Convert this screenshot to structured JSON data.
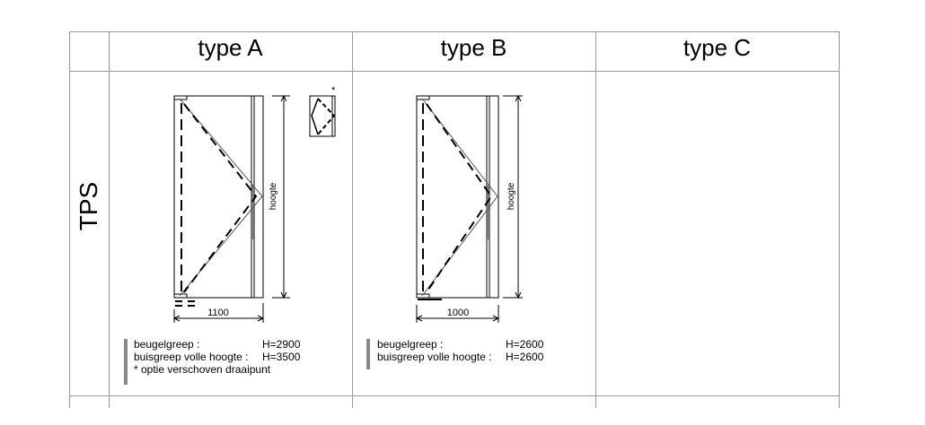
{
  "table": {
    "headers": [
      "type A",
      "type B",
      "type C"
    ],
    "row_label": "TPS"
  },
  "type_a": {
    "width_dim": "1100",
    "height_dim": "hoogte",
    "option_mark": "*",
    "legend": [
      {
        "label": "beugelgreep :",
        "value": "H=2900"
      },
      {
        "label": "buisgreep volle hoogte :",
        "value": "H=3500"
      }
    ],
    "note": "* optie verschoven draaipunt"
  },
  "type_b": {
    "width_dim": "1000",
    "height_dim": "hoogte",
    "legend": [
      {
        "label": "beugelgreep :",
        "value": "H=2600"
      },
      {
        "label": "buisgreep volle hoogte :",
        "value": "H=2600"
      }
    ]
  }
}
